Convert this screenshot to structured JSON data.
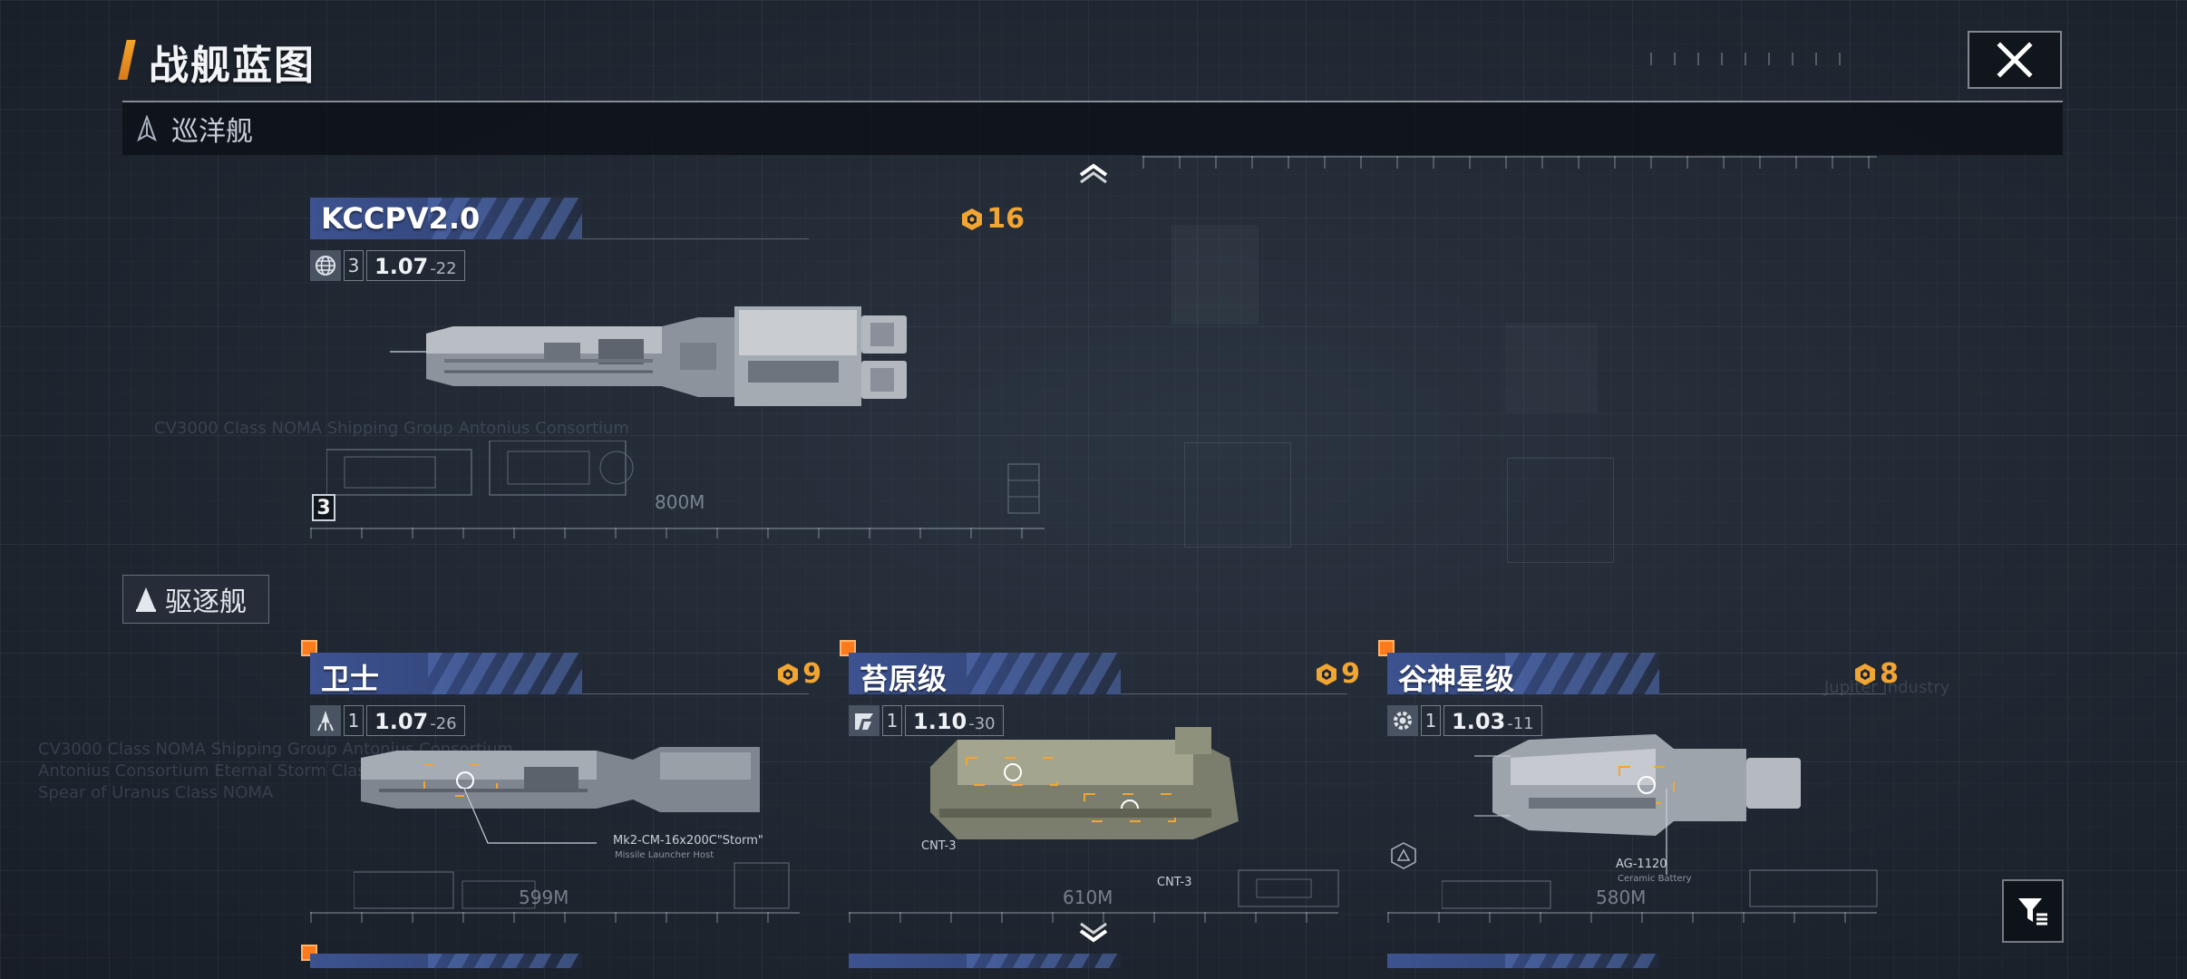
{
  "header": {
    "title": "战舰蓝图"
  },
  "categories": {
    "cruiser": {
      "label": "巡洋舰"
    },
    "destroyer": {
      "label": "驱逐舰"
    }
  },
  "cruiser_cards": [
    {
      "name": "KCCPV2.0",
      "cost": "16",
      "tier": "3",
      "version_major": "1.07",
      "version_minor": "-22",
      "length": "800M",
      "level": "3"
    }
  ],
  "destroyer_cards": [
    {
      "name": "卫士",
      "cost": "9",
      "tier": "1",
      "version_major": "1.07",
      "version_minor": "-26",
      "length": "599M",
      "weapon_label": "Mk2-CM-16x200C\"Storm\"",
      "weapon_sub": "Missile Launcher Host"
    },
    {
      "name": "苔原级",
      "cost": "9",
      "tier": "1",
      "version_major": "1.10",
      "version_minor": "-30",
      "length": "610M",
      "weapon_label": "CNT-3",
      "weapon_sub": "",
      "weapon_label_2": "CNT-3"
    },
    {
      "name": "谷神星级",
      "cost": "8",
      "tier": "1",
      "version_major": "1.03",
      "version_minor": "-11",
      "length": "580M",
      "weapon_label": "AG-1120",
      "weapon_sub": "Ceramic Battery"
    }
  ],
  "background_text": {
    "line1": "CV3000 Class NOMA Shipping Group Antonius Consortium",
    "line2": "Antonius Consortium Eternal Storm Class",
    "line3": "Spear of Uranus Class NOMA",
    "line4": "CV3000 Class NOMA Shipping Group Antonius Consortium",
    "line5": "Jupiter Industry"
  },
  "colors": {
    "accent_orange": "#f1a532",
    "name_bar_blue": "#3d5390",
    "new_marker": "#ff7a1a"
  }
}
